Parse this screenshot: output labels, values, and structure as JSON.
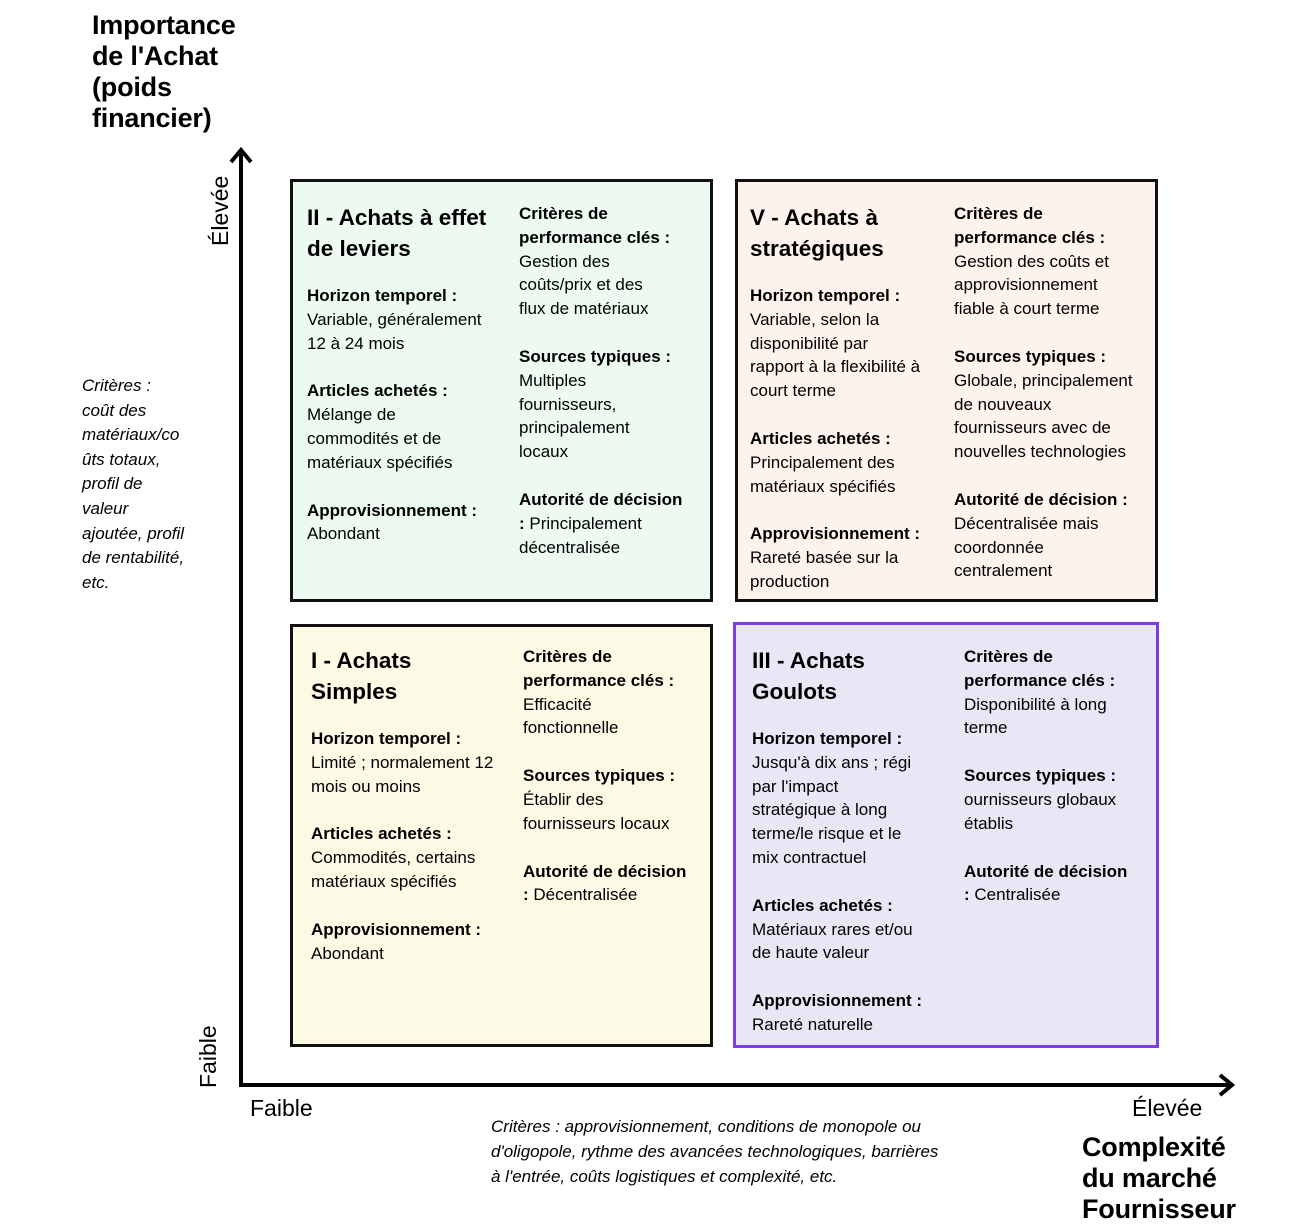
{
  "y_axis": {
    "title_lines": [
      "Importance",
      "de l'Achat",
      "(poids",
      "financier)"
    ],
    "high_label": "Élevée",
    "low_label": "Faible",
    "criteria_lines": [
      "Critères :",
      "coût des",
      "matériaux/co",
      "ûts totaux,",
      "profil de",
      "valeur",
      "ajoutée, profil",
      "de rentabilité,",
      "etc."
    ]
  },
  "x_axis": {
    "title_lines": [
      "Complexité",
      "du marché",
      "Fournisseur"
    ],
    "low_label": "Faible",
    "high_label": "Élevée",
    "criteria_lines": [
      "Critères : approvisionnement, conditions de monopole ou",
      "d'oligopole, rythme des avancées technologiques, barrières",
      "à l'entrée, coûts logistiques et complexité, etc."
    ]
  },
  "quadrants": {
    "leviers": {
      "title_lines": [
        "II - Achats à effet",
        "de leviers"
      ],
      "horizon": {
        "label": "Horizon temporel :",
        "text_lines": [
          "Variable, généralement",
          "12 à 24 mois"
        ]
      },
      "articles": {
        "label": "Articles achetés :",
        "text_lines": [
          "Mélange de",
          "commodités et de",
          "matériaux spécifiés"
        ]
      },
      "appro": {
        "label": "Approvisionnement :",
        "text_lines": [
          "Abondant"
        ]
      },
      "criteres": {
        "label_lines": [
          "Critères de",
          "performance clés :"
        ],
        "text_lines": [
          "Gestion des",
          "coûts/prix et des",
          "flux de matériaux"
        ]
      },
      "sources": {
        "label": "Sources typiques :",
        "text_lines": [
          "Multiples",
          "fournisseurs,",
          "principalement",
          "locaux"
        ]
      },
      "autorite": {
        "label_lines": [
          "Autorité de décision",
          ":"
        ],
        "first_text": "Principalement",
        "text_lines": [
          "décentralisée"
        ]
      }
    },
    "strategiques": {
      "title_lines": [
        "V - Achats à",
        "stratégiques"
      ],
      "horizon": {
        "label": "Horizon temporel :",
        "text_lines": [
          "Variable, selon la",
          "disponibilité par",
          "rapport à la flexibilité à",
          "court terme"
        ]
      },
      "articles": {
        "label": "Articles achetés :",
        "text_lines": [
          "Principalement des",
          "matériaux spécifiés"
        ]
      },
      "appro": {
        "label": "Approvisionnement :",
        "text_lines": [
          "Rareté basée sur la",
          "production"
        ]
      },
      "criteres": {
        "label_lines": [
          "Critères de",
          "performance clés :"
        ],
        "text_lines": [
          "Gestion des coûts et",
          "approvisionnement",
          "fiable à court terme"
        ]
      },
      "sources": {
        "label": "Sources typiques :",
        "text_lines": [
          "Globale, principalement",
          "de nouveaux",
          "fournisseurs avec de",
          "nouvelles technologies"
        ]
      },
      "autorite": {
        "label": "Autorité de décision :",
        "text_lines": [
          "Décentralisée mais",
          "coordonnée",
          "centralement"
        ]
      }
    },
    "simples": {
      "title_lines": [
        "I - Achats",
        "Simples"
      ],
      "horizon": {
        "label": "Horizon temporel :",
        "text_lines": [
          "Limité ; normalement 12",
          "mois ou moins"
        ]
      },
      "articles": {
        "label": "Articles achetés :",
        "text_lines": [
          "Commodités, certains",
          "matériaux spécifiés"
        ]
      },
      "appro": {
        "label": "Approvisionnement :",
        "text_lines": [
          "Abondant"
        ]
      },
      "criteres": {
        "label_lines": [
          "Critères de",
          "performance clés :"
        ],
        "text_lines": [
          "Efficacité",
          "fonctionnelle"
        ]
      },
      "sources": {
        "label": "Sources typiques :",
        "text_lines": [
          "Établir des",
          "fournisseurs locaux"
        ]
      },
      "autorite": {
        "label_lines": [
          "Autorité de décision",
          ":"
        ],
        "first_text": "Décentralisée",
        "text_lines": []
      }
    },
    "goulots": {
      "title_lines": [
        "III - Achats",
        "Goulots"
      ],
      "horizon": {
        "label": "Horizon temporel :",
        "text_lines": [
          "Jusqu'à dix ans ; régi",
          "par l'impact",
          "stratégique à long",
          "terme/le risque et le",
          "mix contractuel"
        ]
      },
      "articles": {
        "label": "Articles achetés :",
        "text_lines": [
          "Matériaux rares et/ou",
          "de haute valeur"
        ]
      },
      "appro": {
        "label": "Approvisionnement :",
        "text_lines": [
          "Rareté naturelle"
        ]
      },
      "criteres": {
        "label_lines": [
          "Critères de",
          "performance clés :"
        ],
        "text_lines": [
          "Disponibilité à long",
          "terme"
        ]
      },
      "sources": {
        "label": "Sources typiques :",
        "text_lines": [
          "ournisseurs globaux",
          "établis"
        ]
      },
      "autorite": {
        "label_lines": [
          "Autorité de décision",
          ":"
        ],
        "first_text": "Centralisée",
        "text_lines": []
      }
    }
  }
}
